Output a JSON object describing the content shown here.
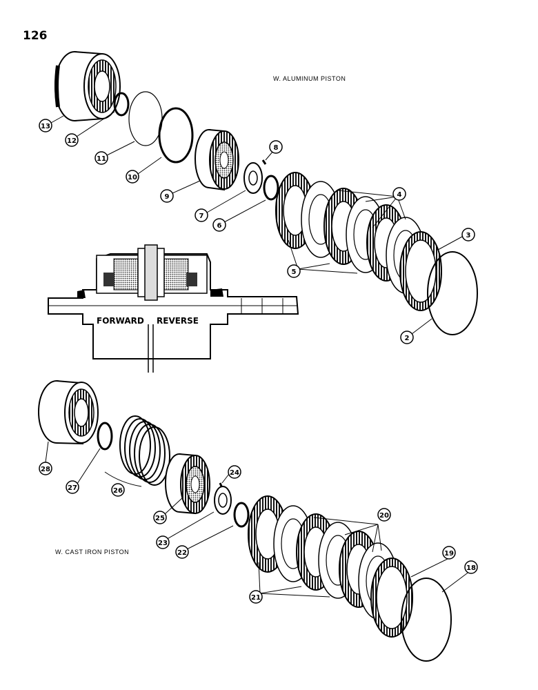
{
  "page_number": "126",
  "labels": {
    "aluminum": "W. ALUMINUM PISTON",
    "cast_iron": "W. CAST IRON PISTON",
    "forward": "FORWARD",
    "reverse": "REVERSE"
  },
  "callouts": {
    "c2": "2",
    "c3": "3",
    "c4": "4",
    "c5": "5",
    "c6": "6",
    "c7": "7",
    "c8": "8",
    "c9": "9",
    "c10": "10",
    "c11": "11",
    "c12": "12",
    "c13": "13",
    "c18": "18",
    "c19": "19",
    "c20": "20",
    "c21": "21",
    "c22": "22",
    "c23": "23",
    "c24": "24",
    "c25": "25",
    "c26": "26",
    "c27": "27",
    "c28": "28"
  }
}
